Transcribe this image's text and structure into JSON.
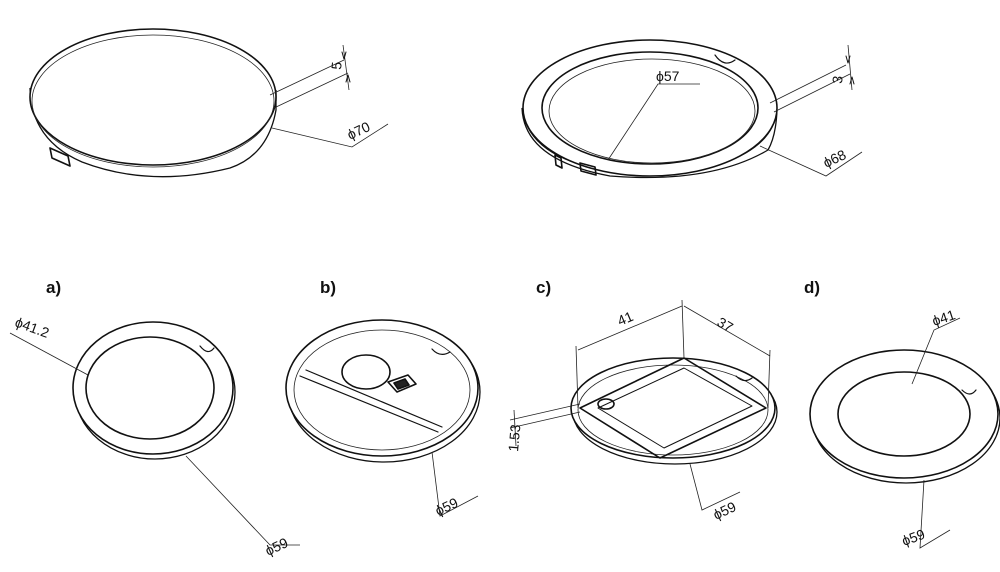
{
  "parts": {
    "main": {
      "cover": {
        "thickness": "5",
        "diameter": "ϕ70"
      },
      "ring": {
        "inner_diameter": "ϕ57",
        "thickness": "3",
        "outer_diameter": "ϕ68"
      }
    },
    "variants": {
      "a": {
        "label": "a)",
        "inner_diameter": "ϕ41.2",
        "outer_diameter": "ϕ59"
      },
      "b": {
        "label": "b)",
        "outer_diameter": "ϕ59"
      },
      "c": {
        "label": "c)",
        "width": "41",
        "depth": "37",
        "thickness": "1.53",
        "outer_diameter": "ϕ59"
      },
      "d": {
        "label": "d)",
        "inner_diameter": "ϕ41",
        "outer_diameter": "ϕ59"
      }
    }
  }
}
